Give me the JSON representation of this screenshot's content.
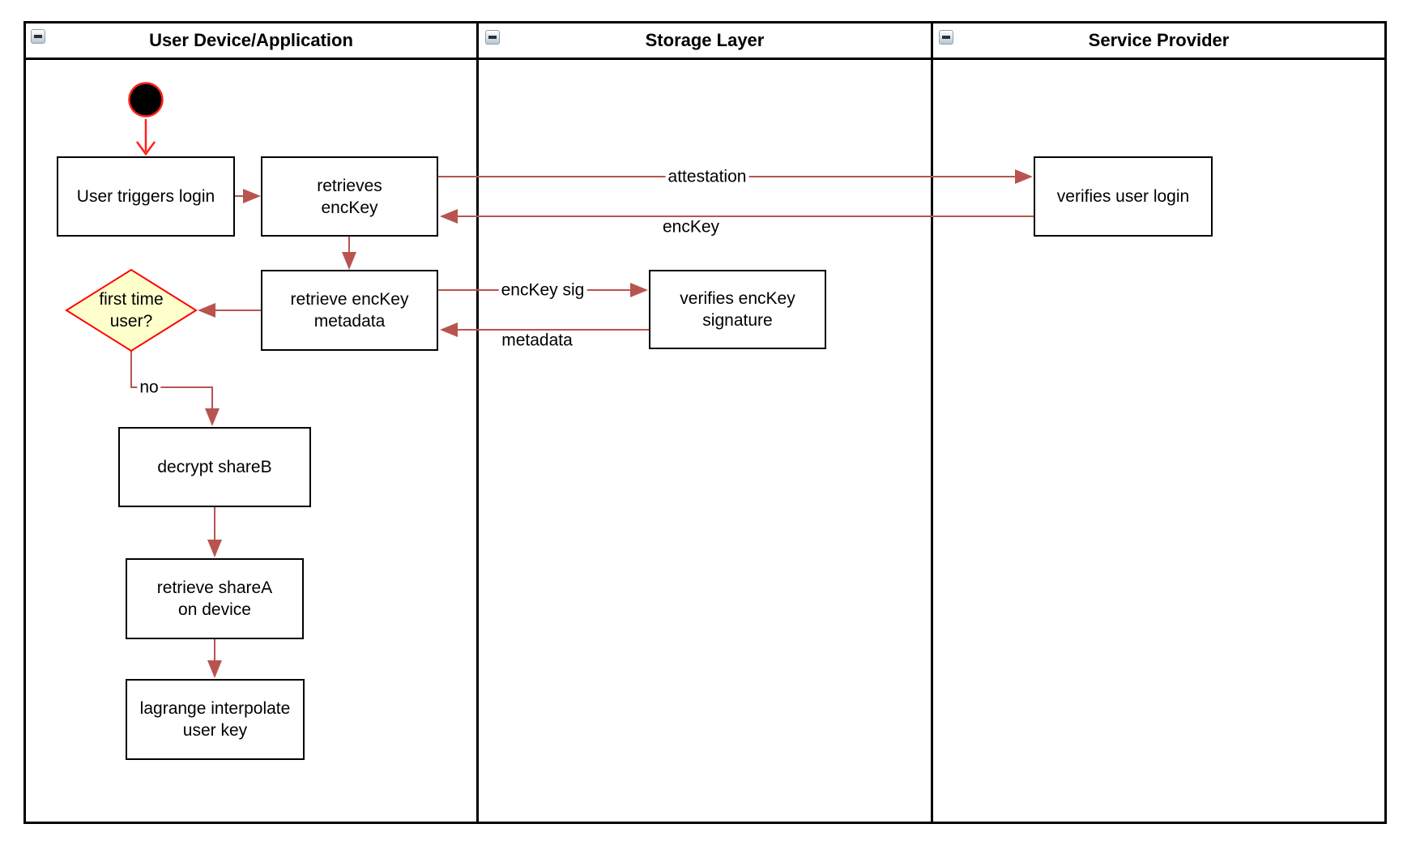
{
  "lanes": [
    {
      "title": "User Device/Application",
      "collapse_icon": "minus"
    },
    {
      "title": "Storage Layer",
      "collapse_icon": "minus"
    },
    {
      "title": "Service Provider",
      "collapse_icon": "minus"
    }
  ],
  "nodes": {
    "start": {
      "type": "initial-node"
    },
    "user_triggers_login": {
      "label": "User triggers login"
    },
    "retrieves_enckey": {
      "label": "retrieves\nencKey"
    },
    "retrieve_enckey_metadata": {
      "label": "retrieve encKey\nmetadata"
    },
    "first_time_user": {
      "label": "first time\nuser?",
      "type": "decision"
    },
    "decrypt_shareb": {
      "label": "decrypt shareB"
    },
    "retrieve_sharea": {
      "label": "retrieve shareA\non device"
    },
    "lagrange_interpolate": {
      "label": "lagrange interpolate\nuser key"
    },
    "verifies_enckey_signature": {
      "label": "verifies encKey\nsignature"
    },
    "verifies_user_login": {
      "label": "verifies user login"
    }
  },
  "edge_labels": {
    "attestation": "attestation",
    "enckey": "encKey",
    "enckey_sig": "encKey sig",
    "metadata": "metadata",
    "no": "no"
  },
  "colors": {
    "flow_arrow": "#B85450",
    "start_arrow": "#FF2119",
    "decision_fill": "#FFFFCC",
    "decision_border": "#FF0000",
    "node_fill": "#FFFFFF",
    "node_border": "#000000"
  }
}
